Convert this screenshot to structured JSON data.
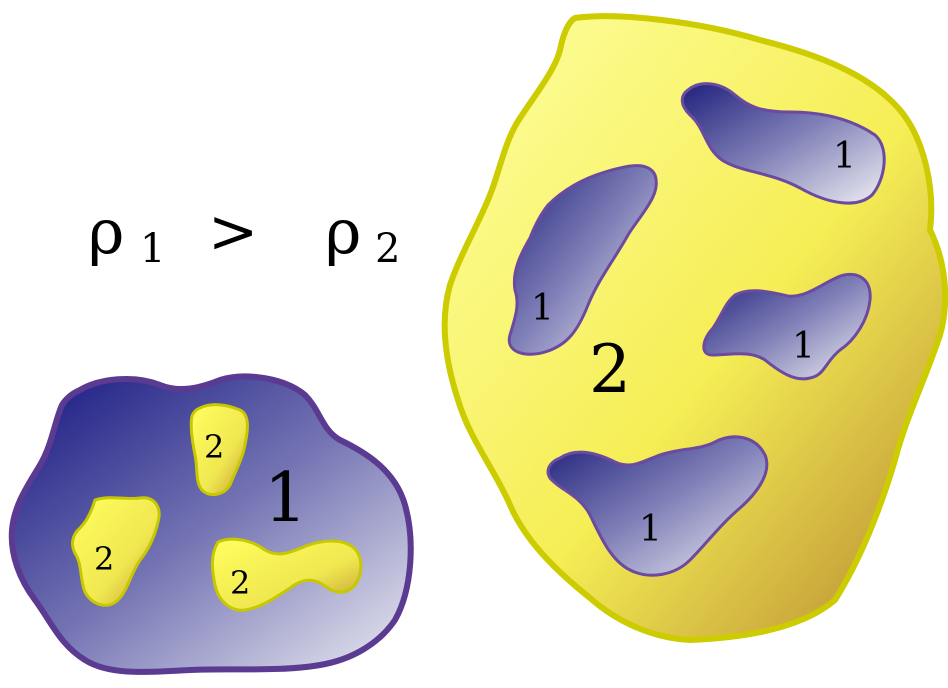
{
  "relation": {
    "lhs_symbol": "ρ",
    "lhs_subscript": "1",
    "operator": ">",
    "rhs_symbol": "ρ",
    "rhs_subscript": "2"
  },
  "small_blob": {
    "label": "1",
    "inclusion_labels": [
      "2",
      "2",
      "2"
    ],
    "fill_dark": "#1f1f8c",
    "fill_light": "#e3e3ee",
    "stroke": "#5b3a91",
    "inclusion_fill": "#f5f55a",
    "inclusion_stroke": "#c8c800"
  },
  "large_blob": {
    "label": "2",
    "inclusion_labels": [
      "1",
      "1",
      "1",
      "1"
    ],
    "fill_light": "#ffff90",
    "fill_dark": "#b88a30",
    "stroke": "#cccc00",
    "inclusion_dark": "#23237f",
    "inclusion_light": "#e8e8ee",
    "inclusion_stroke": "#6b4aa0"
  }
}
